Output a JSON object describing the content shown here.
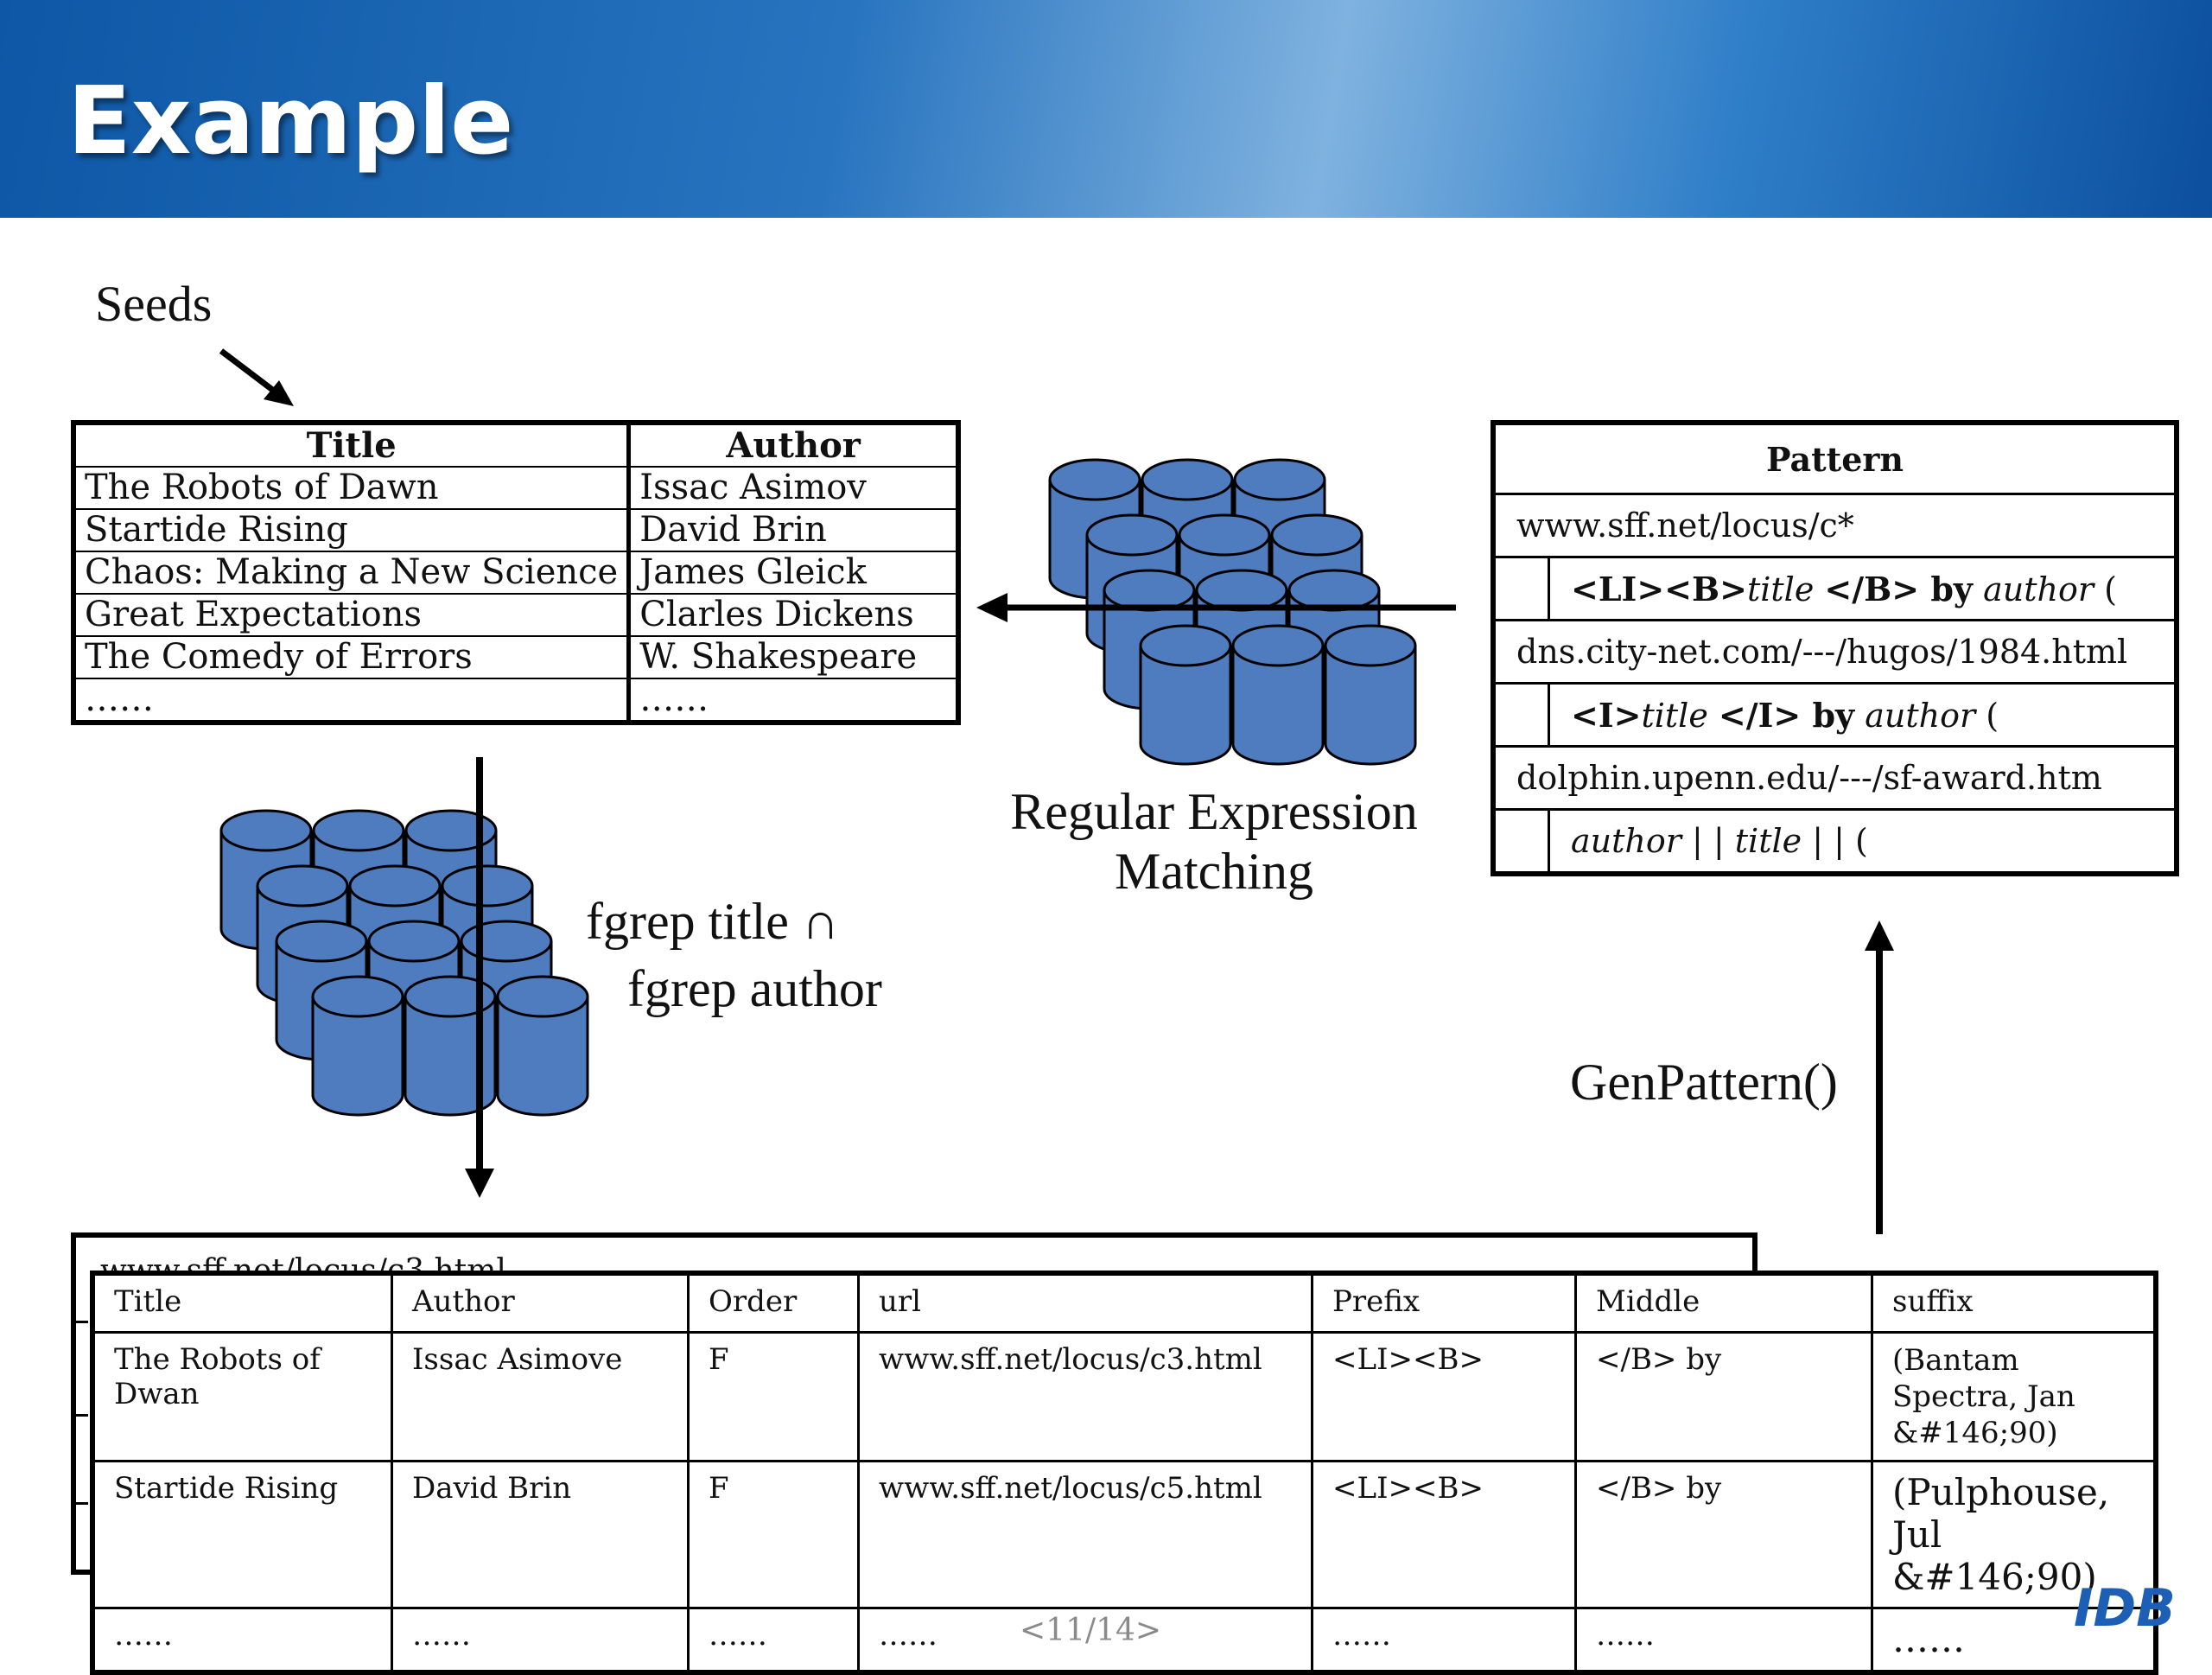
{
  "slide": {
    "title": "Example",
    "page_number": "<11/14>",
    "logo_text": "IDB"
  },
  "labels": {
    "seeds": "Seeds",
    "regex_line1": "Regular Expression",
    "regex_line2": "Matching",
    "fgrep_line1": "fgrep title ∩",
    "fgrep_line2": "fgrep author",
    "genpattern": "GenPattern()"
  },
  "seeds_table": {
    "headers": [
      "Title",
      "Author"
    ],
    "rows": [
      [
        "The Robots of Dawn",
        "Issac Asimov"
      ],
      [
        "Startide Rising",
        "David Brin"
      ],
      [
        "Chaos: Making a New Science",
        "James Gleick"
      ],
      [
        "Great Expectations",
        "Clarles Dickens"
      ],
      [
        "The Comedy of Errors",
        "W. Shakespeare"
      ],
      [
        "……",
        "……"
      ]
    ]
  },
  "pattern_table": {
    "header": "Pattern",
    "entries": [
      {
        "url": "www.sff.net/locus/c*",
        "pattern": {
          "prefix": "<LI><B>",
          "title": "title",
          "middle": "</B> by",
          "author": "author",
          "suffix": " ("
        }
      },
      {
        "url": "dns.city-net.com/---/hugos/1984.html",
        "pattern": {
          "prefix": "<I>",
          "title": "title",
          "middle": "</I> by",
          "author": "author",
          "suffix": " ("
        }
      },
      {
        "url": "dolphin.upenn.edu/---/sf-award.htm",
        "pattern_text": {
          "a": "author",
          "sep1": " | | ",
          "b": "title",
          "sep2": " | | ("
        }
      }
    ]
  },
  "back_table": {
    "url": "www.sff.net/locus/c3.html"
  },
  "occurrence_table": {
    "headers": [
      "Title",
      "Author",
      "Order",
      "url",
      "Prefix",
      "Middle",
      "suffix"
    ],
    "rows": [
      [
        "The Robots of Dwan",
        "Issac Asimove",
        "F",
        "www.sff.net/locus/c3.html",
        "<LI><B>",
        "</B> by",
        "(Bantam Spectra, Jan &#146;90)"
      ],
      [
        "Startide Rising",
        "David Brin",
        "F",
        "www.sff.net/locus/c5.html",
        "<LI><B>",
        "</B> by",
        "(Pulphouse, Jul &#146;90)"
      ],
      [
        "……",
        "……",
        "……",
        "……",
        "……",
        "……",
        "……"
      ]
    ]
  },
  "colors": {
    "header_blue": "#0d57a6",
    "cylinder_fill": "#4f7cbf",
    "cylinder_stroke": "#000000"
  },
  "icons": [
    "database-cylinder-icon",
    "arrow-icon"
  ]
}
